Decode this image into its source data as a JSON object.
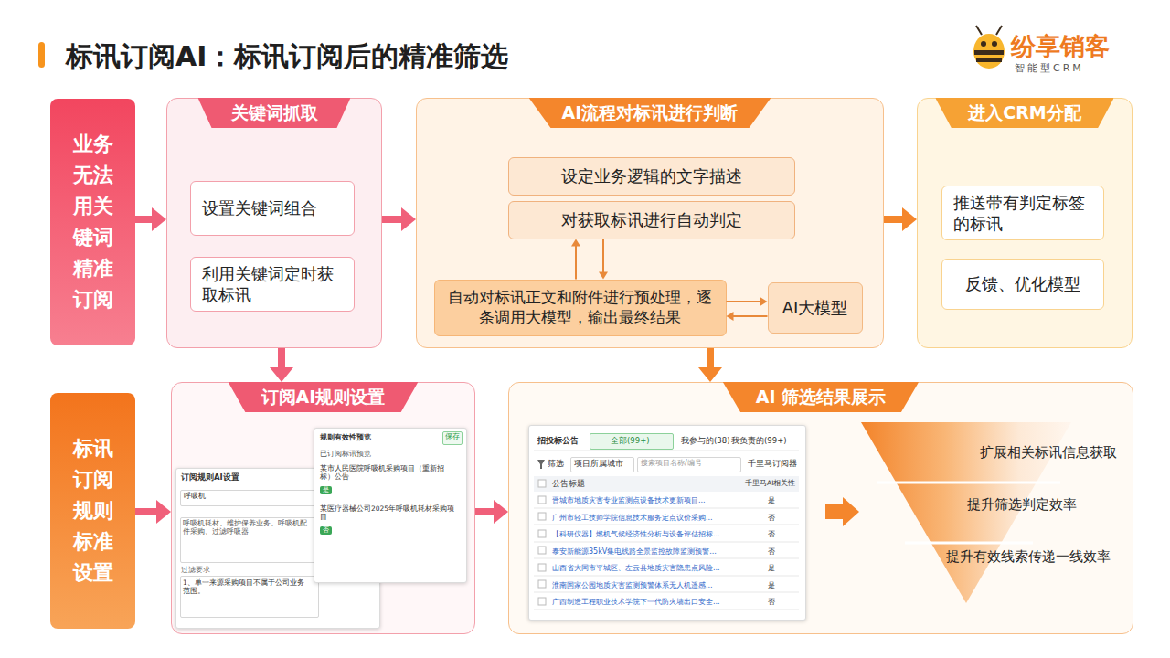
{
  "diagram": {
    "title": "标讯订阅AI：标讯订阅后的精准筛选",
    "nodes": [
      {
        "text": [
          "业务无法用关键词精准订阅"
        ]
      },
      {
        "text": [
          "关键词抓取"
        ]
      },
      {
        "text": [
          "设置关键词组合"
        ],
        "in": 1
      },
      {
        "text": [
          "利用关键词定时获取标讯"
        ],
        "in": 1
      },
      {
        "text": [
          "AI流程对标讯进行判断"
        ]
      },
      {
        "text": [
          "设定业务逻辑的文字描述"
        ],
        "in": 4
      },
      {
        "text": [
          "对获取标讯进行自动判定"
        ],
        "in": 4
      },
      {
        "text": [
          "自动对标讯正文和附件进行预处理，逐条调用大模型，输出最终结果"
        ],
        "in": 4
      },
      {
        "text": [
          "AI大模型"
        ],
        "in": 4
      },
      {
        "text": [
          "进入CRM分配"
        ]
      },
      {
        "text": [
          "推送带有判定标签的标讯"
        ],
        "in": 9
      },
      {
        "text": [
          "反馈、优化模型"
        ],
        "in": 9
      },
      {
        "text": [
          "标讯订阅规则标准设置"
        ]
      },
      {
        "text": [
          "订阅AI规则设置"
        ]
      },
      {
        "text": [
          "AI 筛选结果展示"
        ]
      }
    ],
    "edges": [
      {
        "from": 0,
        "to": 1,
        "arrow": "to"
      },
      {
        "from": 1,
        "to": 4,
        "arrow": "to"
      },
      {
        "from": 4,
        "to": 9,
        "arrow": "to"
      },
      {
        "from": 1,
        "to": 13,
        "arrow": "to"
      },
      {
        "from": 4,
        "to": 14,
        "arrow": "to"
      },
      {
        "from": 12,
        "to": 13,
        "arrow": "to"
      },
      {
        "from": 13,
        "to": 14,
        "arrow": "to"
      },
      {
        "from": 7,
        "to": 6,
        "arrow": "to"
      },
      {
        "from": 6,
        "to": 7,
        "arrow": "to"
      },
      {
        "from": 7,
        "to": 8,
        "arrow": "to"
      },
      {
        "from": 8,
        "to": 7,
        "arrow": "to"
      }
    ],
    "labels": [
      "纷享销客",
      "智能型CRM",
      "扩展相关标讯信息获取",
      "提升筛选判定效率",
      "提升有效线索传递一线效率",
      "订阅规则AI设置",
      "呼吸机",
      "呼吸机耗材、维护保养业务、呼吸机配件采购、过滤呼吸器",
      "过滤要求",
      "1、单一来源采购项目不属于公司业务范围。",
      "规则有效性预览",
      "保存",
      "已订阅标讯预览",
      "某市人民医院呼吸机采购项目（重新招标）公告",
      "是",
      "某医疗器械公司2025年呼吸机耗材采购项目",
      "否",
      "招投标公告",
      "全部(99+)",
      "我参与的(38)",
      "我负责的(99+)",
      "筛选",
      "项目所属城市",
      "搜索项目名称/编号",
      "千里马订阅器",
      "公告标题",
      "千里马AI相关性",
      "晋城市地质灾害专业监测点设备技术更新项目...",
      "是",
      "广州市轻工技师学院信息技术服务定点议价采购...",
      "否",
      "【科研仪器】燃机气候经济性分析与设备评估招标...",
      "否",
      "泰安新能源35kV集电线路全景监控故障监测预警...",
      "否",
      "山西省大同市平城区、左云县地质灾害隐患点风险...",
      "是",
      "淮南国家公园地质灾害监测预警体系无人机遥感...",
      "是",
      "广西制造工程职业技术学院下一代防火墙出口安全...",
      "否"
    ]
  }
}
